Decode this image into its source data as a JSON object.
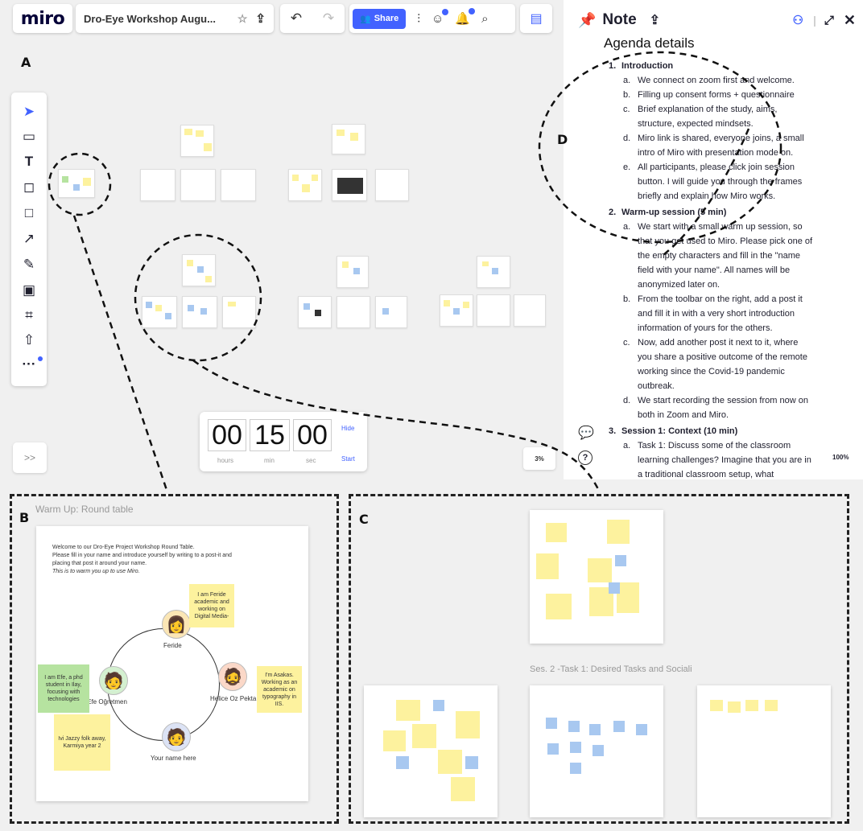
{
  "app": {
    "logo": "miro",
    "board_title": "Dro-Eye Workshop Augu...",
    "share_label": "Share",
    "zoom_left": "3%",
    "zoom_right": "100%",
    "expand_label": ">>"
  },
  "labels": {
    "a": "A",
    "b": "B",
    "c": "C",
    "d": "D"
  },
  "toolbar": {
    "tools": [
      "select-icon",
      "templates-icon",
      "text-icon",
      "sticky-note-icon",
      "shape-icon",
      "arrow-icon",
      "pen-icon",
      "comment-icon",
      "frame-icon",
      "upload-icon",
      "more-icon"
    ]
  },
  "timer": {
    "hours": "00",
    "minutes": "15",
    "seconds": "00",
    "hours_label": "hours",
    "minutes_label": "min",
    "seconds_label": "sec",
    "hide_label": "Hide",
    "start_label": "Start"
  },
  "note": {
    "title": "Note",
    "heading": "Agenda details",
    "s1_num": "1.",
    "s1_title": "Introduction",
    "s1a": "We connect on zoom first and welcome.",
    "s1b": "Filling up consent forms + questionnaire",
    "s1c_1": "Brief explanation of the study, aims,",
    "s1c_2": "structure, expected mindsets.",
    "s1d_1": "Miro link is shared, everyone joins, a small",
    "s1d_2": "intro of Miro with presentation mode on.",
    "s1e_1": "All participants, please click join session",
    "s1e_2": "button. I will guide you through the frames",
    "s1e_3": "briefly and explain how Miro works.",
    "s2_num": "2.",
    "s2_title": "Warm-up session (5 min)",
    "s2a_1": "We start with a small warm up session, so",
    "s2a_2": "that you get used to Miro. Please pick one of",
    "s2a_3": "the empty characters and fill in the \"name",
    "s2a_4": "field with your name\". All names will be",
    "s2a_5": "anonymized later on.",
    "s2b_1": "From the toolbar on the right, add a post it",
    "s2b_2": "and fill it in with a very short introduction",
    "s2b_3": "information of yours for the others.",
    "s2c_1": "Now, add another post it next to it, where",
    "s2c_2": "you share a positive outcome of the remote",
    "s2c_3": "working since the Covid-19 pandemic",
    "s2c_4": "outbreak.",
    "s2d_1": "We start recording the session from now on",
    "s2d_2": "both in Zoom and Miro.",
    "s3_num": "3.",
    "s3_title": "Session 1: Context (10 min)",
    "s3a_1": "Task 1: Discuss some of the classroom",
    "s3a_2": "learning challenges? Imagine that you are in",
    "s3a_3": "a traditional classroom setup, what"
  },
  "panel_b": {
    "caption": "Warm Up: Round table",
    "intro_1": "Welcome to our Dro-Eye Project Workshop Round Table.",
    "intro_2": "Please fill in your name and introduce yourself by writing to a post-it and",
    "intro_3": "placing that post it around your name.",
    "intro_4": "This is to warm you up to use Miro.",
    "p_top": "Feride",
    "p_right": "Helice Oz Pekta",
    "p_left": "an Efe Oğretmen",
    "p_bottom": "Your name here",
    "sticky_top": "I am Feride academic and working on Digital Media-",
    "sticky_right": "I'm Asakas. Working as an academic on typography in IIS.",
    "sticky_left": "I am Efe, a phd student in Ilay, focusing with technologies",
    "sticky_bottom": "Ivi Jazzy folk away, Karmiya year 2"
  },
  "panel_c": {
    "section_title": "Ses. 2 -Task 1: Desired Tasks and Sociali"
  }
}
